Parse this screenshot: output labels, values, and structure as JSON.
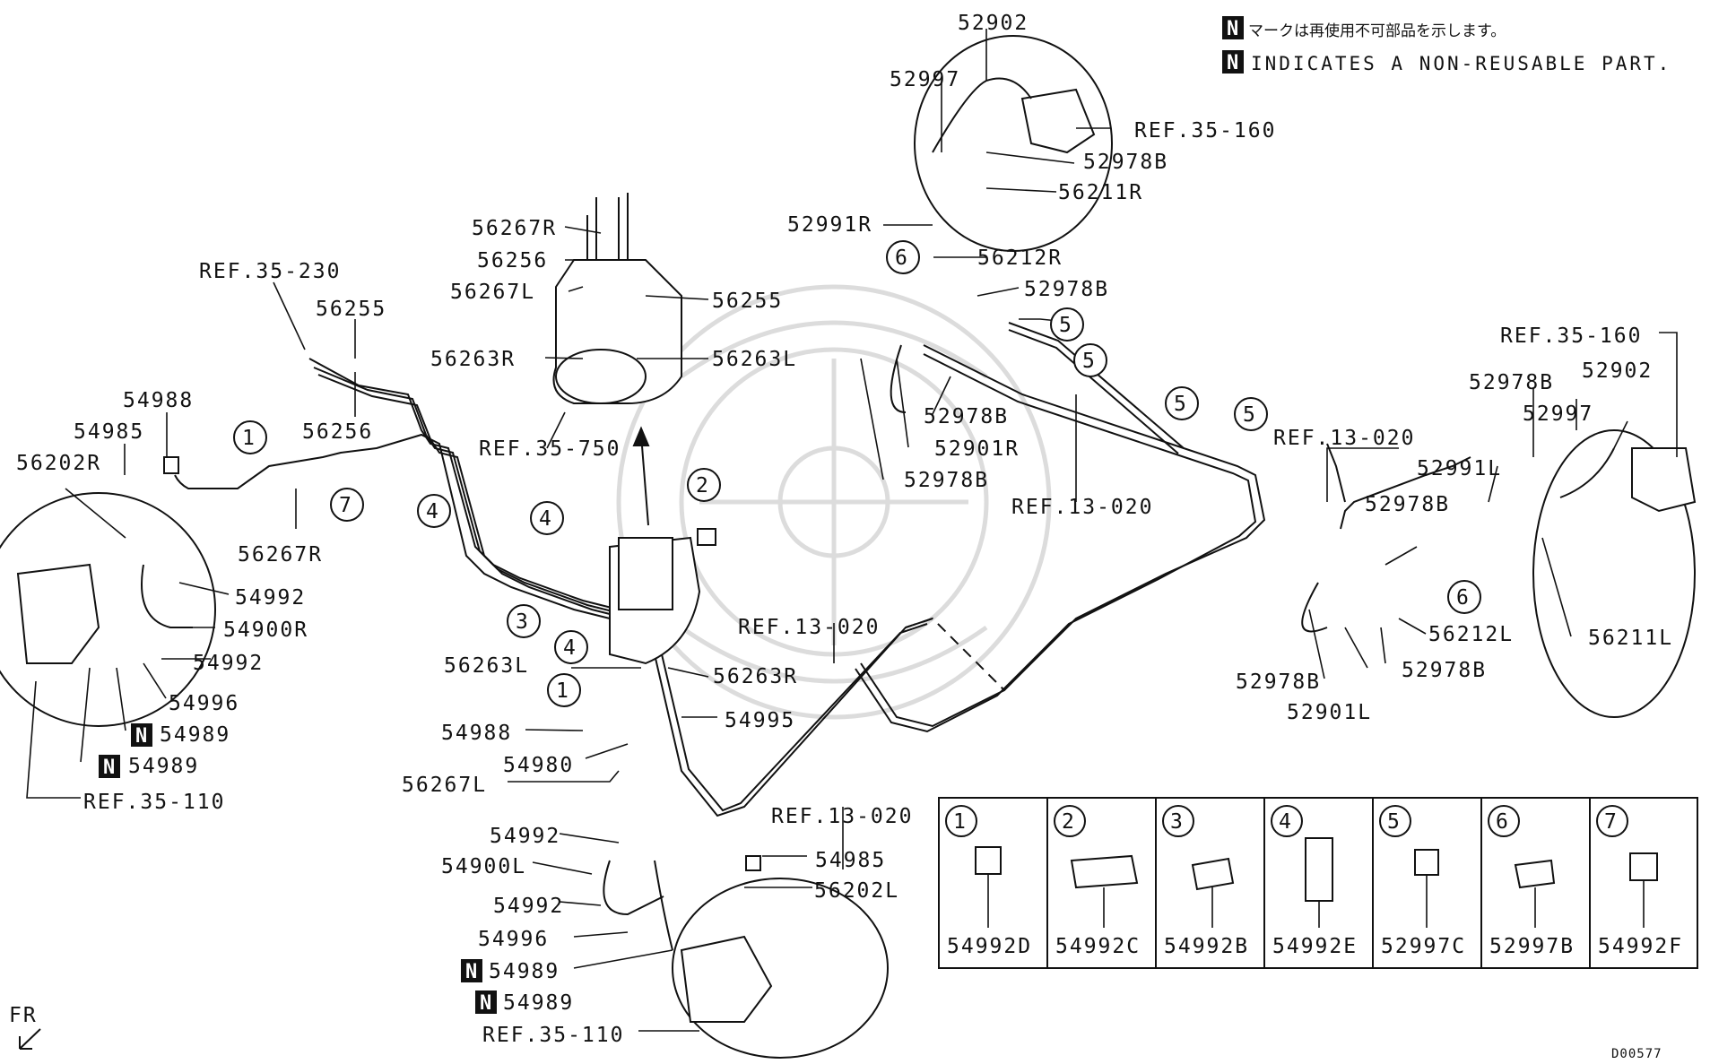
{
  "legend": {
    "badge": "N",
    "japanese": "マークは再使用不可部品を示します。",
    "english": "INDICATES A NON-REUSABLE PART."
  },
  "labels": {
    "p52902_top": "52902",
    "p52997_top": "52997",
    "ref35160_top": "REF.35-160",
    "p52978b_1": "52978B",
    "p56211r": "56211R",
    "p52991r": "52991R",
    "p56212r": "56212R",
    "p52978b_2": "52978B",
    "p52978b_3": "52978B",
    "p52901r": "52901R",
    "p52978b_4": "52978B",
    "ref13020_1": "REF.13-020",
    "p56267r_top": "56267R",
    "p56256_top": "56256",
    "p56267l_top": "56267L",
    "p56255_top": "56255",
    "p56263r_top": "56263R",
    "p56263l_top": "56263L",
    "ref35750": "REF.35-750",
    "ref35230": "REF.35-230",
    "p56255_left": "56255",
    "p56256_left": "56256",
    "p54988_left": "54988",
    "p54985_left": "54985",
    "p56202r": "56202R",
    "p56267r_left": "56267R",
    "p54992_a": "54992",
    "p54900r": "54900R",
    "p54992_b": "54992",
    "p54996_left": "54996",
    "p54989_a": "54989",
    "p54989_b": "54989",
    "ref35110_left": "REF.35-110",
    "ref13020_2": "REF.13-020",
    "p56263l_mid": "56263L",
    "p56263r_mid": "56263R",
    "p54995": "54995",
    "p54988_mid": "54988",
    "p54980": "54980",
    "p56267l_mid": "56267L",
    "ref13020_3": "REF.13-020",
    "p54992_c": "54992",
    "p54985_bot": "54985",
    "p54900l": "54900L",
    "p56202l": "56202L",
    "p54992_d": "54992",
    "p54996_bot": "54996",
    "p54989_c": "54989",
    "p54989_d": "54989",
    "ref35110_bot": "REF.35-110",
    "ref35160_right": "REF.35-160",
    "p52978b_r1": "52978B",
    "p52902_right": "52902",
    "p52997_right": "52997",
    "ref13020_4": "REF.13-020",
    "p52991l": "52991L",
    "p52978b_r2": "52978B",
    "p56212l": "56212L",
    "p56211l": "56211L",
    "p52978b_r3": "52978B",
    "p52978b_r4": "52978B",
    "p52901l": "52901L",
    "fr": "FR",
    "code": "D00577"
  },
  "callouts": [
    "1",
    "2",
    "3",
    "4",
    "5",
    "6",
    "7"
  ],
  "clip_table": [
    {
      "num": "1",
      "part": "54992D"
    },
    {
      "num": "2",
      "part": "54992C"
    },
    {
      "num": "3",
      "part": "54992B"
    },
    {
      "num": "4",
      "part": "54992E"
    },
    {
      "num": "5",
      "part": "52997C"
    },
    {
      "num": "6",
      "part": "52997B"
    },
    {
      "num": "7",
      "part": "54992F"
    }
  ]
}
